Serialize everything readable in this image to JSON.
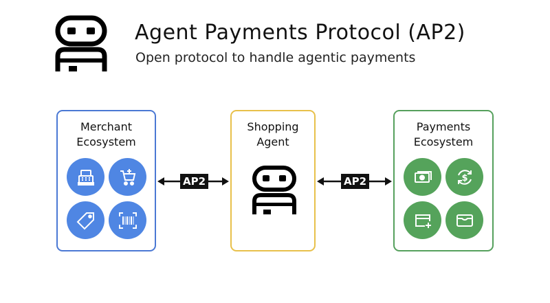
{
  "header": {
    "title": "Agent Payments Protocol (AP2)",
    "subtitle": "Open protocol to handle agentic payments",
    "logo_icon": "robot-agent-icon"
  },
  "merchant": {
    "line1": "Merchant",
    "line2": "Ecosystem",
    "border_color": "#4a78d4",
    "icon_color": "#4f86e3",
    "icons": [
      "cash-register-icon",
      "add-to-cart-icon",
      "price-tag-icon",
      "barcode-icon"
    ]
  },
  "shopping": {
    "line1": "Shopping",
    "line2": "Agent",
    "border_color": "#e8c04a",
    "icon": "robot-agent-icon"
  },
  "payments": {
    "line1": "Payments",
    "line2": "Ecosystem",
    "border_color": "#55a05c",
    "icon_color": "#55a35b",
    "icons": [
      "banknote-icon",
      "recurring-dollar-icon",
      "add-card-icon",
      "wallet-icon"
    ]
  },
  "connectors": {
    "left_label": "AP2",
    "right_label": "AP2"
  }
}
